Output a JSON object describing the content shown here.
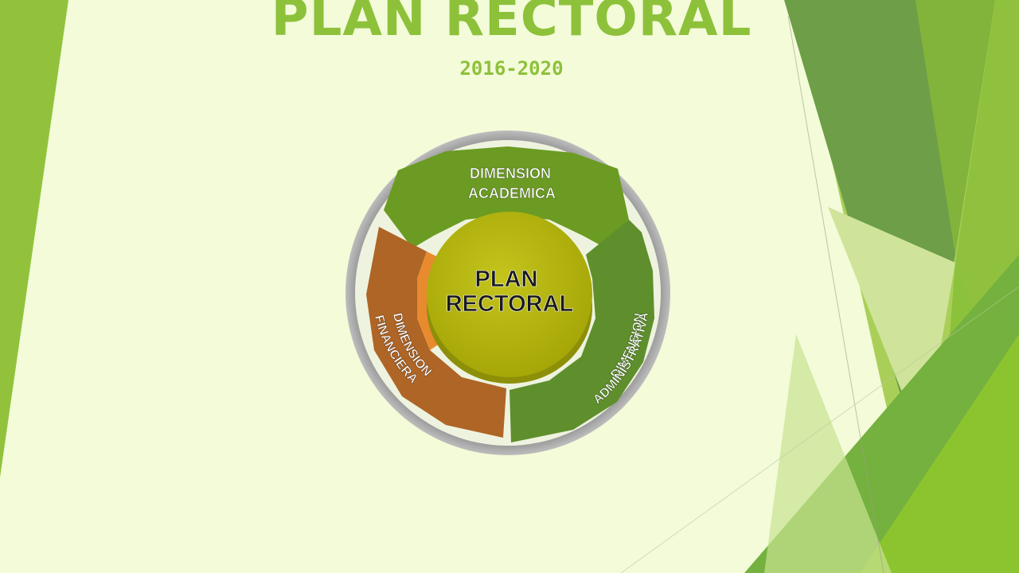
{
  "header": {
    "title": "PLAN RECTORAL",
    "subtitle": "2016-2020"
  },
  "diagram": {
    "center": {
      "line1": "PLAN",
      "line2": "RECTORAL"
    },
    "segments": {
      "academica": {
        "line1": "DIMENSION",
        "line2": "ACADEMICA"
      },
      "administrativa": {
        "line1": "DIMENSION",
        "line2": "ADMINISTRATIVA"
      },
      "financiera": {
        "line1": "DIMENSION",
        "line2": "FINANCIERA"
      }
    }
  },
  "colors": {
    "background": "#f3fbd9",
    "title": "#8dc13a",
    "academica": "#6b9b22",
    "administrativa": "#5e8f2c",
    "financiera": "#ae6526",
    "financiera_accent": "#e88a2e",
    "center": "#b5b60a",
    "ring": "#a8a8a8"
  }
}
